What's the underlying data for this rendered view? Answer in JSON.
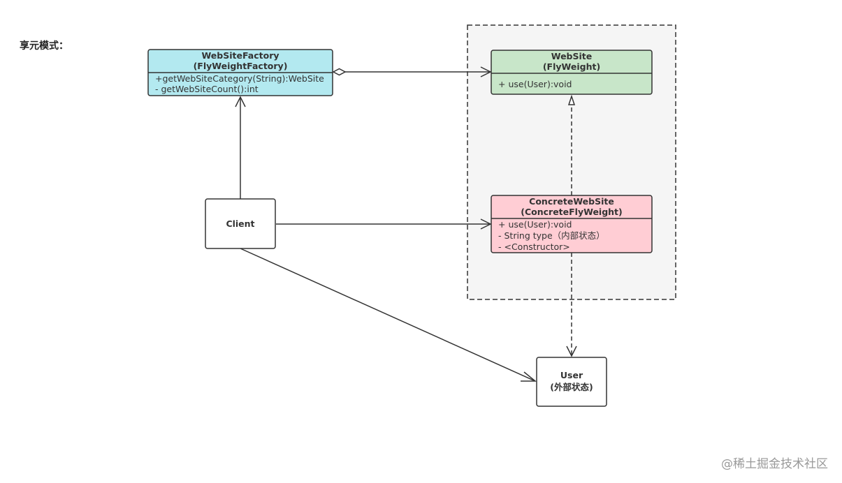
{
  "title": "享元模式：",
  "watermark": "@稀土掘金技术社区",
  "colors": {
    "factory": "#b3e9f0",
    "flyweight": "#c8e6c9",
    "concrete": "#ffcdd4",
    "container": "#f5f5f5",
    "stroke": "#333333"
  },
  "classes": {
    "factory": {
      "name": "WebSiteFactory",
      "stereotype": "(FlyWeightFactory)",
      "members": [
        "+getWebSiteCategory(String):WebSite",
        "- getWebSiteCount():int"
      ]
    },
    "website": {
      "name": "WebSite",
      "stereotype": "(FlyWeight)",
      "members": [
        "+ use(User):void"
      ]
    },
    "concrete": {
      "name": "ConcreteWebSite",
      "stereotype": "(ConcreteFlyWeight)",
      "members": [
        "+  use(User):void",
        "- String type（内部状态）",
        "- <Constructor>"
      ]
    },
    "client": {
      "name": "Client"
    },
    "user": {
      "name": "User",
      "note": "(外部状态)"
    }
  },
  "relations": [
    {
      "from": "factory",
      "to": "website",
      "type": "aggregation"
    },
    {
      "from": "concrete",
      "to": "website",
      "type": "realization"
    },
    {
      "from": "client",
      "to": "factory",
      "type": "association"
    },
    {
      "from": "client",
      "to": "concrete",
      "type": "association"
    },
    {
      "from": "client",
      "to": "user",
      "type": "association"
    },
    {
      "from": "concrete",
      "to": "user",
      "type": "dependency"
    }
  ]
}
